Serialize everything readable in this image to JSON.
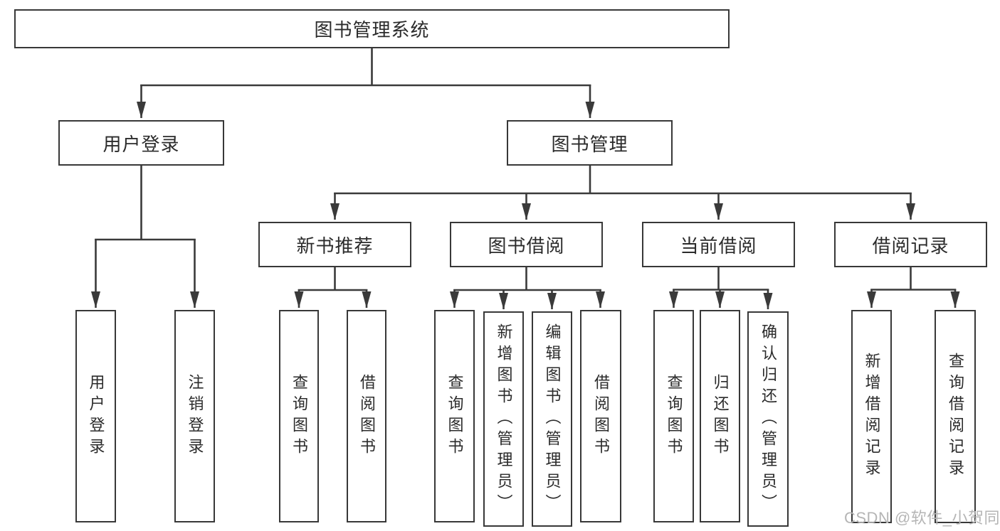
{
  "colors": {
    "background": "#ffffff",
    "line": "#3a3a3a",
    "box_border": "#383838",
    "text": "#2b2b2b",
    "watermark": "#b5b5b5"
  },
  "watermark": {
    "text": "CSDN @软件_小贺同学"
  },
  "tree": {
    "root": {
      "label": "图书管理系统"
    },
    "children": [
      {
        "label": "用户登录",
        "children": [
          {
            "label": "用户登录"
          },
          {
            "label": "注销登录"
          }
        ]
      },
      {
        "label": "图书管理",
        "children": [
          {
            "label": "新书推荐",
            "children": [
              {
                "label": "查询图书"
              },
              {
                "label": "借阅图书"
              }
            ]
          },
          {
            "label": "图书借阅",
            "children": [
              {
                "label": "查询图书"
              },
              {
                "label": "新增图书（管理员）"
              },
              {
                "label": "编辑图书（管理员）"
              },
              {
                "label": "借阅图书"
              }
            ]
          },
          {
            "label": "当前借阅",
            "children": [
              {
                "label": "查询图书"
              },
              {
                "label": "归还图书"
              },
              {
                "label": "确认归还（管理员）"
              }
            ]
          },
          {
            "label": "借阅记录",
            "children": [
              {
                "label": "新增借阅记录"
              },
              {
                "label": "查询借阅记录"
              }
            ]
          }
        ]
      }
    ]
  }
}
